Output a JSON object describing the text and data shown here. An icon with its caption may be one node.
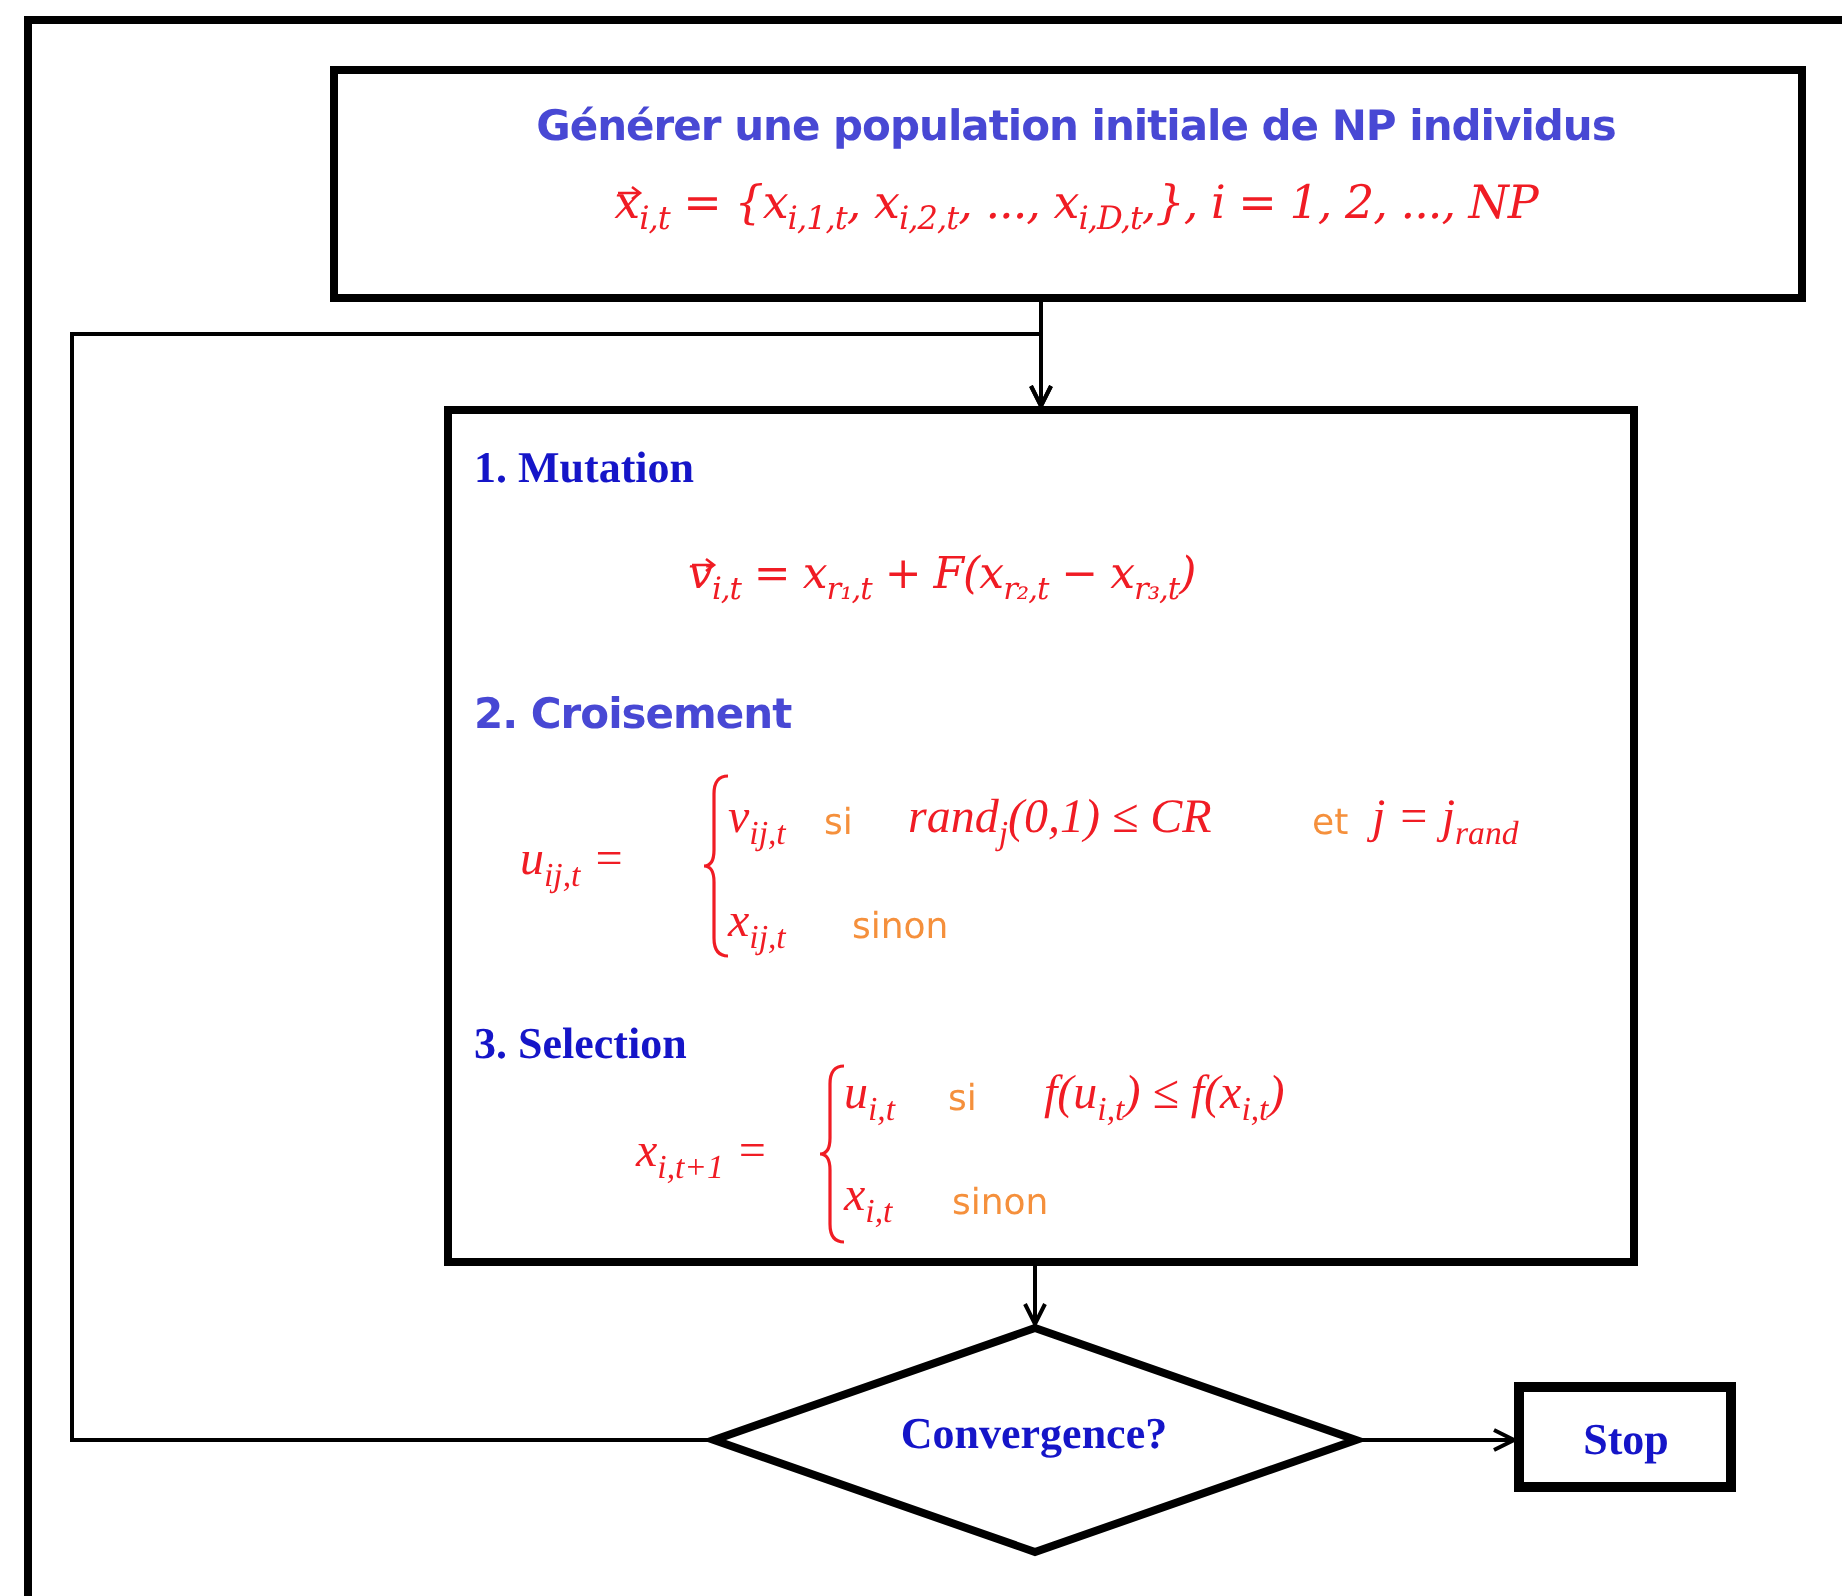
{
  "diagram": {
    "nodes": [
      {
        "text": [
          "Générer une population initiale de NP individus",
          "x$_{i,t}$ = {x$_{i,1,t}$, x$_{i,2,t}$, ..., x$_{i,D,t}$,},  i = 1, 2, ..., NP"
        ]
      },
      {
        "text": [
          "1. Mutation",
          "v$_{i,t}$ = x$_{r₁,t}$ + F(x$_{r₂,t}$ − x$_{r₃,t}$)",
          "2. Croisement",
          "u$_{ij,t}$ =",
          "v$_{ij,t}$",
          "si",
          "rand$_{j}$(0,1) ≤ CR",
          "et",
          "j = j$_{rand}$",
          "x$_{ij,t}$",
          "sinon",
          "3. Selection",
          "x$_{i,t+1}$ =",
          "u$_{i,t}$",
          "si",
          "f(u$_{i,t}$) ≤ f(x$_{i,t}$)",
          "x$_{i,t}$",
          "sinon"
        ]
      },
      {
        "text": [
          "Convergence?"
        ]
      },
      {
        "text": [
          "Stop"
        ]
      }
    ],
    "edges": [
      {
        "from": 0,
        "to": 1,
        "arrow": "to"
      },
      {
        "from": 1,
        "to": 2,
        "arrow": "to"
      },
      {
        "from": 2,
        "to": 1,
        "arrow": "to"
      },
      {
        "from": 2,
        "to": 3,
        "arrow": "to"
      }
    ]
  }
}
